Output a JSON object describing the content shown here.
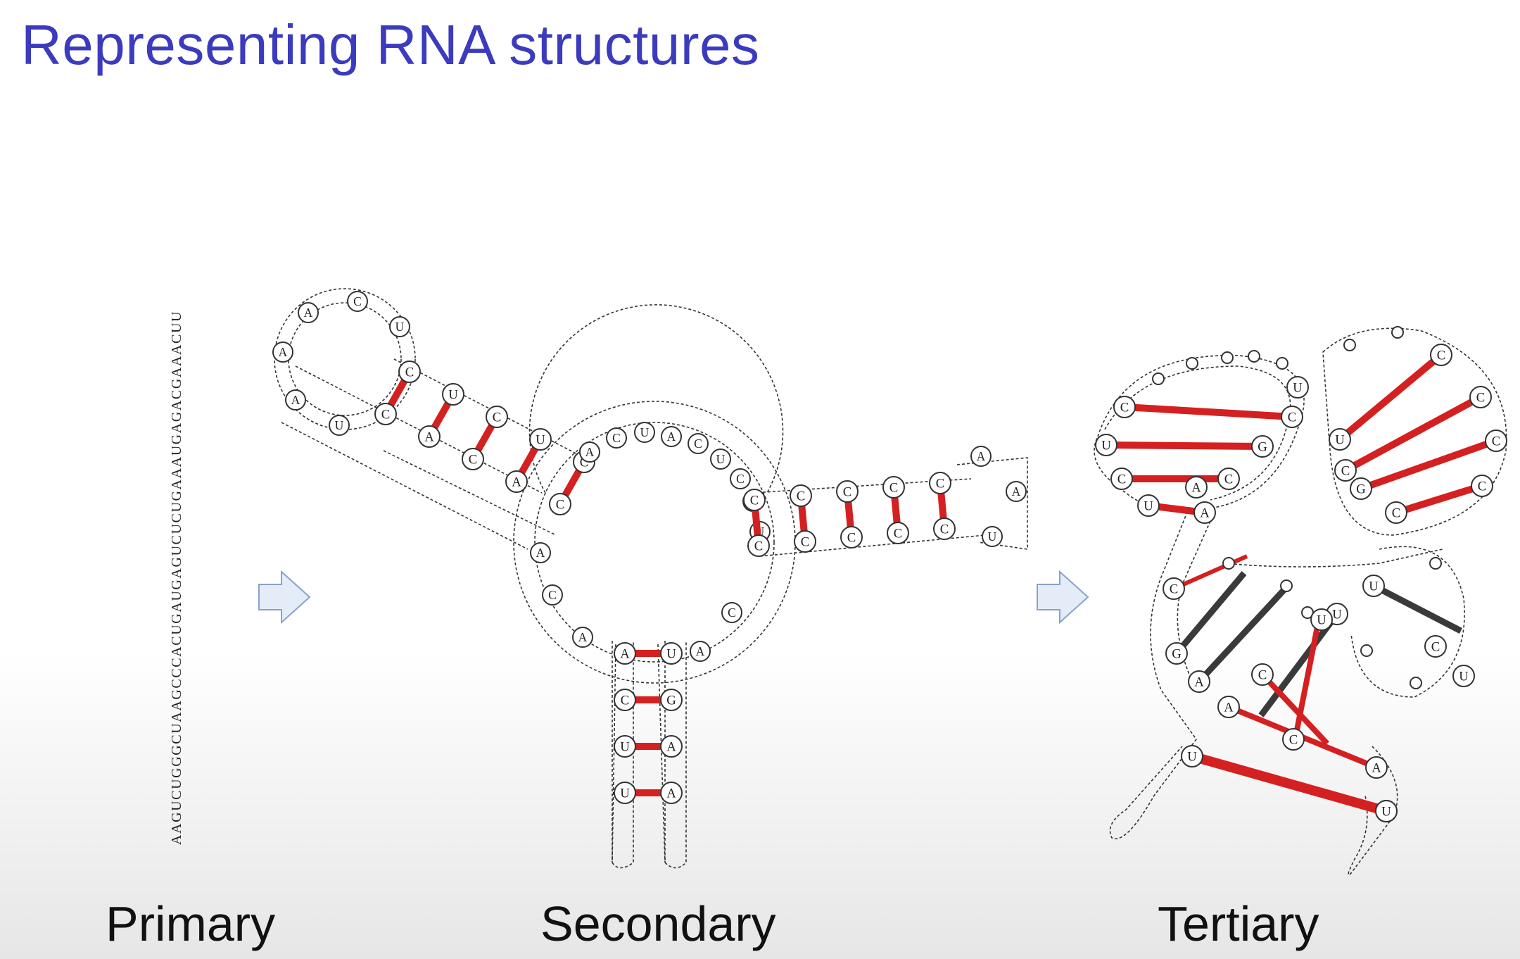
{
  "slide": {
    "title": "Representing RNA structures"
  },
  "panels": {
    "primary": {
      "caption": "Primary",
      "sequence": "AAGUCUGGGCUAAGCCCACUGAUGAGUCUCUGAAAUGAGACGAAACUU"
    },
    "secondary": {
      "caption": "Secondary",
      "hairpin_left_loop": [
        "A",
        "C",
        "U",
        "A",
        "A",
        "U"
      ],
      "stem_left": [
        [
          "C",
          "C"
        ],
        [
          "U",
          "A"
        ],
        [
          "C",
          "C"
        ],
        [
          "U",
          "A"
        ],
        [
          "C",
          "C"
        ]
      ],
      "junction_loop": [
        "A",
        "C",
        "U",
        "A",
        "C",
        "U",
        "C",
        "A",
        "U",
        "C",
        "A",
        "A",
        "C",
        "A"
      ],
      "stem_right": [
        [
          "C",
          "C"
        ],
        [
          "C",
          "C"
        ],
        [
          "C",
          "C"
        ],
        [
          "C",
          "C"
        ],
        [
          "C",
          "C"
        ]
      ],
      "hairpin_right_loop": [
        "A",
        "A",
        "U"
      ],
      "stem_bottom": [
        [
          "A",
          "U"
        ],
        [
          "C",
          "G"
        ],
        [
          "U",
          "A"
        ],
        [
          "U",
          "A"
        ]
      ]
    },
    "tertiary": {
      "caption": "Tertiary",
      "labels": [
        "C",
        "U",
        "C",
        "U",
        "A",
        "C",
        "G",
        "C",
        "A",
        "U",
        "U",
        "C",
        "G",
        "C",
        "C",
        "C",
        "C",
        "C",
        "C",
        "U",
        "C",
        "G",
        "A",
        "A",
        "U",
        "U",
        "A",
        "U",
        "U",
        "C",
        "U",
        "C",
        "U"
      ]
    }
  },
  "arrows": [
    "arrow-right-icon",
    "arrow-right-icon"
  ],
  "colors": {
    "title": "#3b3bbf",
    "pair_canonical": "#d42020",
    "pair_tertiary": "#3a3a3a",
    "backbone": "#333333"
  }
}
